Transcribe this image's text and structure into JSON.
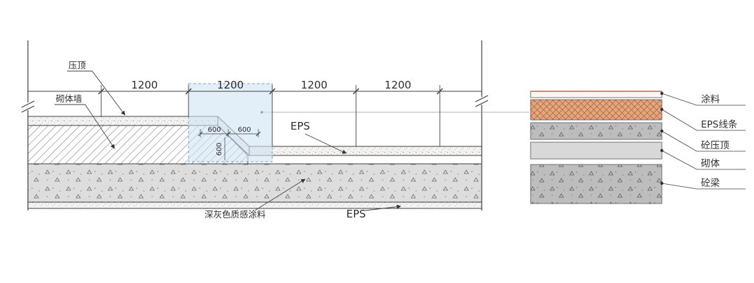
{
  "drawing": {
    "dims_1200": [
      "1200",
      "1200",
      "1200",
      "1200"
    ],
    "dims_600": [
      "600",
      "600"
    ],
    "dim_step_vertical": "600",
    "labels": {
      "coping": "压顶",
      "masonry_wall": "砌体墙",
      "eps_upper": "EPS",
      "dark_gray_coating": "深灰色质感涂料",
      "eps_lower": "EPS"
    }
  },
  "legend": {
    "items": [
      {
        "label": "涂料"
      },
      {
        "label": "EPS线条"
      },
      {
        "label": "砼压顶"
      },
      {
        "label": "砌体"
      },
      {
        "label": "砼梁"
      }
    ]
  },
  "colors": {
    "highlight_blue": "#cfe3f4",
    "eps_orange": "#e5a57d",
    "concrete_gray": "#bdbdbd",
    "masonry_gray": "#d8d8d8",
    "line_dark": "#3f3f3f"
  }
}
